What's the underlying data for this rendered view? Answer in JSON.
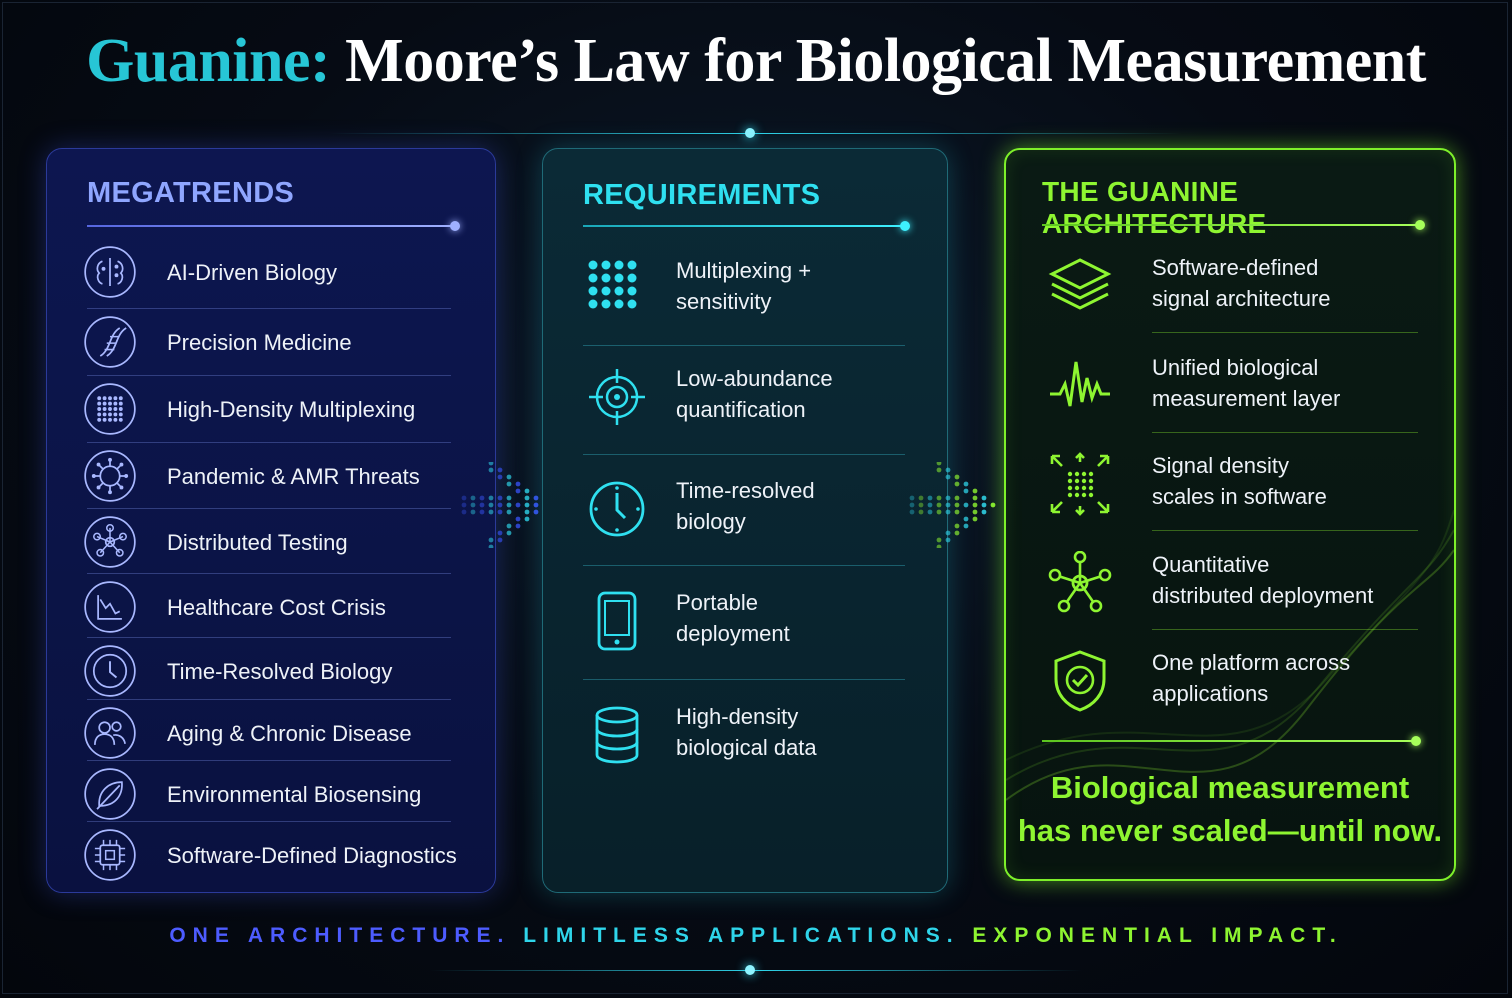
{
  "title": {
    "accent": "Guanine:",
    "main": "Moore’s Law for Biological Measurement"
  },
  "megatrends": {
    "title": "MEGATRENDS",
    "items": [
      {
        "label": "AI-Driven Biology",
        "icon": "brain-circuit-icon"
      },
      {
        "label": "Precision Medicine",
        "icon": "dna-icon"
      },
      {
        "label": "High-Density Multiplexing",
        "icon": "dot-grid-icon"
      },
      {
        "label": "Pandemic & AMR Threats",
        "icon": "virus-icon"
      },
      {
        "label": "Distributed Testing",
        "icon": "network-icon"
      },
      {
        "label": "Healthcare Cost Crisis",
        "icon": "declining-chart-icon"
      },
      {
        "label": "Time-Resolved Biology",
        "icon": "clock-icon"
      },
      {
        "label": "Aging & Chronic Disease",
        "icon": "people-icon"
      },
      {
        "label": "Environmental Biosensing",
        "icon": "leaf-icon"
      },
      {
        "label": "Software-Defined Diagnostics",
        "icon": "chip-icon"
      }
    ]
  },
  "requirements": {
    "title": "REQUIREMENTS",
    "items": [
      {
        "line1": "Multiplexing +",
        "line2": "sensitivity",
        "icon": "dot-grid-icon"
      },
      {
        "line1": "Low-abundance",
        "line2": "quantification",
        "icon": "crosshair-icon"
      },
      {
        "line1": "Time-resolved",
        "line2": "biology",
        "icon": "clock-icon"
      },
      {
        "line1": "Portable",
        "line2": "deployment",
        "icon": "tablet-icon"
      },
      {
        "line1": "High-density",
        "line2": "biological data",
        "icon": "database-icon"
      }
    ]
  },
  "architecture": {
    "title": "THE GUANINE ARCHITECTURE",
    "items": [
      {
        "line1": "Software-defined",
        "line2": "signal architecture",
        "icon": "layers-icon"
      },
      {
        "line1": "Unified biological",
        "line2": "measurement layer",
        "icon": "waveform-icon"
      },
      {
        "line1": "Signal density",
        "line2": "scales in software",
        "icon": "expand-grid-icon"
      },
      {
        "line1": "Quantitative",
        "line2": "distributed deployment",
        "icon": "network-icon"
      },
      {
        "line1": "One platform across",
        "line2": "applications",
        "icon": "shield-check-icon"
      }
    ],
    "tagline_line1": "Biological measurement",
    "tagline_line2": "has never scaled—until now."
  },
  "footer": {
    "part1": "ONE ARCHITECTURE.",
    "part2": "LIMITLESS APPLICATIONS.",
    "part3": "EXPONENTIAL IMPACT."
  },
  "colors": {
    "background": "#060b14",
    "megatrends_accent": "#8fa6ff",
    "requirements_accent": "#2fe0f0",
    "architecture_accent": "#8ef531",
    "title_accent": "#27c6d6"
  }
}
